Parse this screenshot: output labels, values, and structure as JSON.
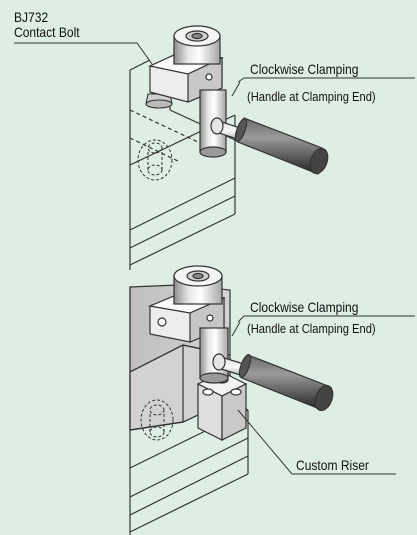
{
  "labels": {
    "bolt_model": "BJ732",
    "bolt_name": "Contact Bolt",
    "top_clamp_title": "Clockwise Clamping",
    "top_clamp_note": "(Handle at Clamping End)",
    "bottom_clamp_title": "Clockwise Clamping",
    "bottom_clamp_note": "(Handle at Clamping End)",
    "riser": "Custom Riser"
  },
  "colors": {
    "background": "#dfeee5",
    "line": "#333333",
    "metal_light": "#f3f3f3",
    "metal_mid": "#d6d6d6",
    "metal_dark": "#9a9a9a",
    "block_gray": "#c9c9c9",
    "handle_grip": "#333333"
  }
}
